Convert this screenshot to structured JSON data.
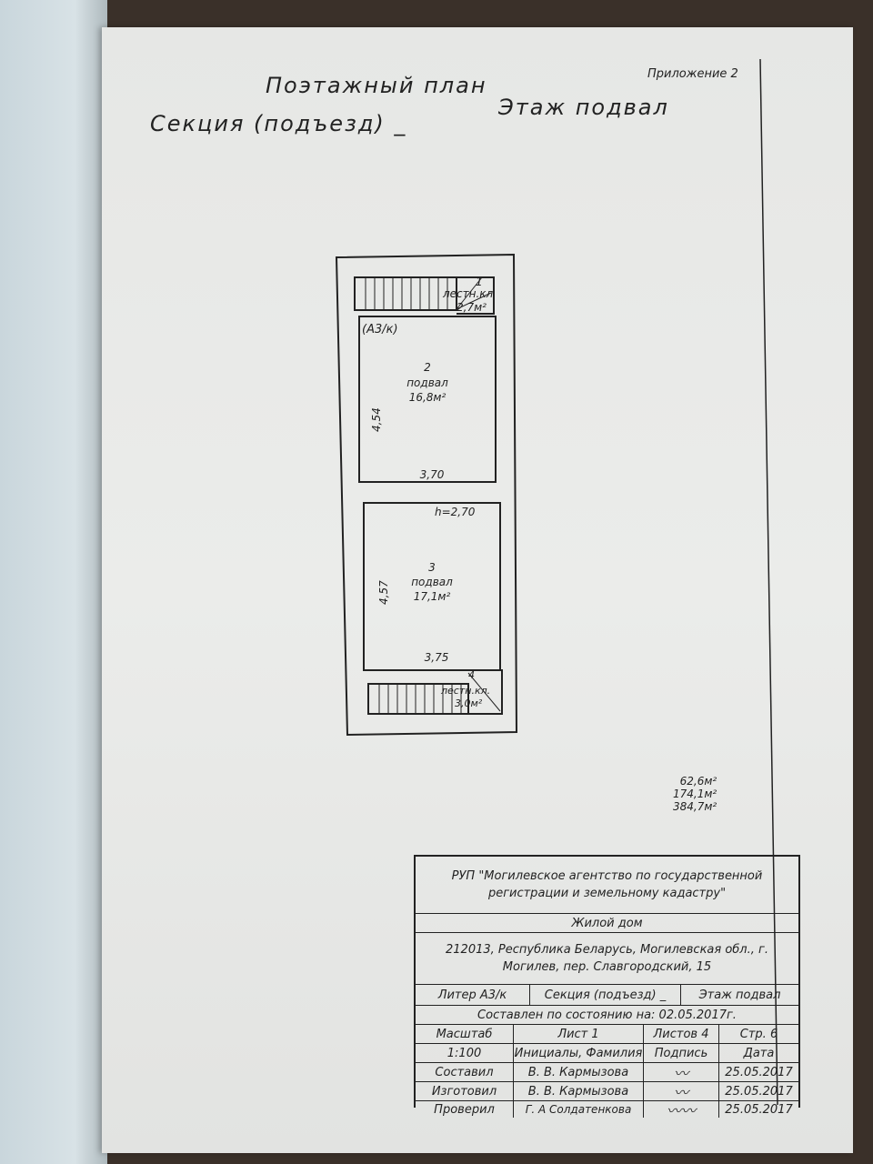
{
  "header": {
    "title": "Поэтажный план",
    "section": "Секция (подъезд) _",
    "floor": "Этаж подвал",
    "appendix": "Приложение 2"
  },
  "plan": {
    "stair_top": {
      "number": "1",
      "label": "лестн.кл",
      "area": "2,7м²"
    },
    "literal": "(А3/к)",
    "room2": {
      "number": "2",
      "label": "подвал",
      "area": "16,8м²",
      "height_dim": "4,54",
      "width_dim": "3,70"
    },
    "room3": {
      "number": "3",
      "label": "подвал",
      "area": "17,1м²",
      "height_dim": "4,57",
      "width_dim": "3,75",
      "ceiling": "h=2,70"
    },
    "stair_bottom": {
      "number": "4",
      "label": "лестн.кл.",
      "area": "3,0м²"
    }
  },
  "totals": [
    "62,6м²",
    "174,1м²",
    "384,7м²"
  ],
  "title_block": {
    "org": "РУП \"Могилевское агентство по государственной регистрации и земельному кадастру\"",
    "object": "Жилой дом",
    "address": "212013, Республика Беларусь, Могилевская обл., г. Могилев, пер. Славгородский, 15",
    "literal": "Литер А3/к",
    "section": "Секция (подъезд) _",
    "floor": "Этаж подвал",
    "state": "Составлен по состоянию на: 02.05.2017г.",
    "scale_label": "Масштаб",
    "sheet": "Лист 1",
    "sheets": "Листов 4",
    "page": "Стр. 6",
    "scale": "1:100",
    "col_name": "Инициалы, Фамилия",
    "col_sign": "Подпись",
    "col_date": "Дата",
    "rows": [
      {
        "role": "Составил",
        "name": "В. В. Кармызова",
        "date": "25.05.2017"
      },
      {
        "role": "Изготовил",
        "name": "В. В. Кармызова",
        "date": "25.05.2017"
      },
      {
        "role": "Проверил",
        "name": "Г. А Солдатенкова",
        "date": "25.05.2017"
      }
    ]
  }
}
